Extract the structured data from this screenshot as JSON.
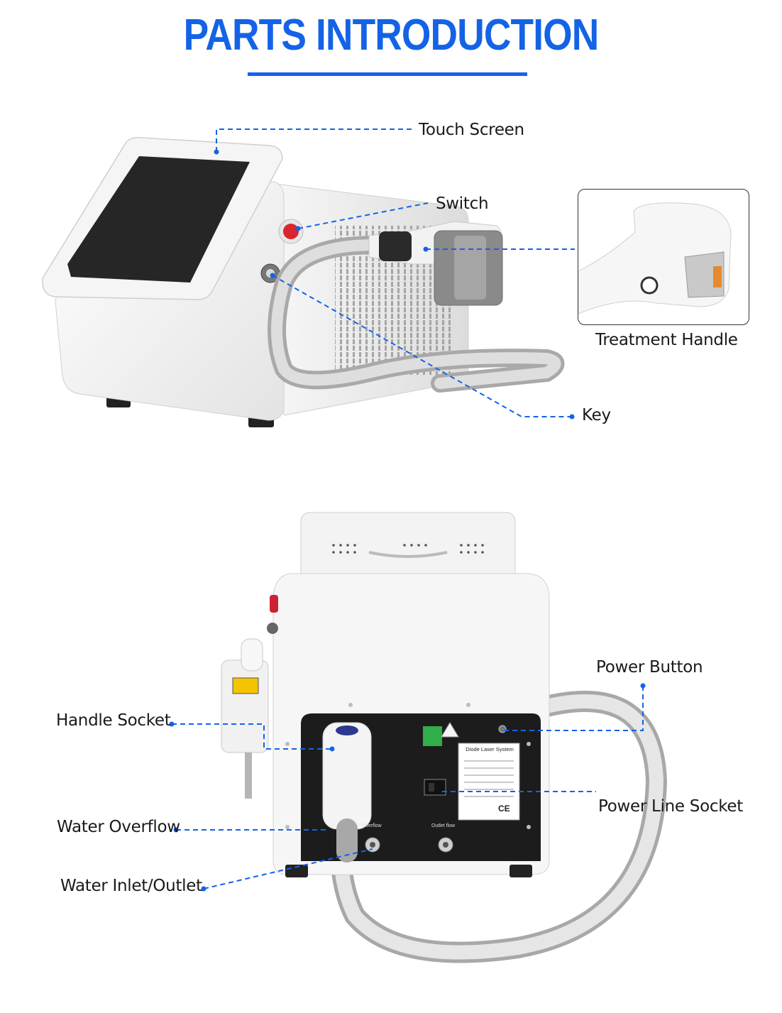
{
  "header": {
    "title": "PARTS INTRODUCTION"
  },
  "colors": {
    "accent": "#1463e6",
    "text": "#1a1a1a",
    "screen": "#222222",
    "body": "#f4f4f4",
    "panel": "#1a1a1a"
  },
  "front_view": {
    "labels": {
      "touch_screen": "Touch Screen",
      "switch": "Switch",
      "treatment_handle": "Treatment Handle",
      "key": "Key"
    }
  },
  "back_view": {
    "labels": {
      "power_button": "Power Button",
      "handle_socket": "Handle Socket",
      "power_line_socket": "Power Line Socket",
      "water_overflow": "Water Overflow",
      "water_inlet_outlet": "Water Inlet/Outlet"
    },
    "nameplate": {
      "title": "Diode Laser System",
      "overflow_label": "Overflow",
      "outlet_label": "Outlet flow",
      "cert_mark": "CE"
    }
  }
}
